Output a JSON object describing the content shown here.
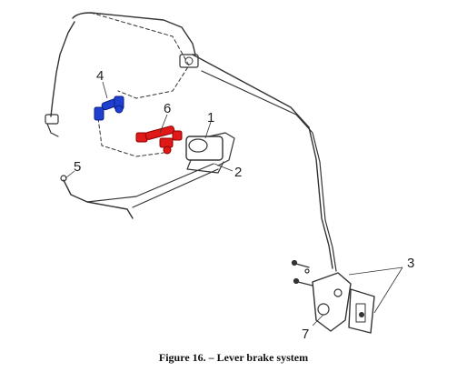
{
  "figure": {
    "caption": "Figure 16. – Lever brake system",
    "callouts": [
      "1",
      "2",
      "3",
      "4",
      "5",
      "6",
      "7"
    ],
    "highlight_colors": {
      "blue_part": "#1f3fd1",
      "red_part": "#e01818"
    }
  }
}
